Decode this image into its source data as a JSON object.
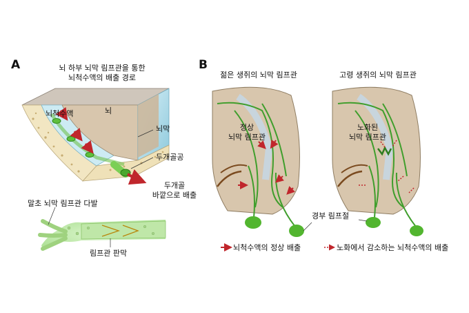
{
  "panel_a": {
    "letter": "A",
    "title_line1": "뇌 하부 뇌막 림프관을 통한",
    "title_line2": "뇌척수액의 배출 경로",
    "label_csf": "뇌척수액",
    "label_brain": "뇌",
    "label_meninges": "뇌막",
    "label_foramen": "두개골공",
    "label_outflow_line1": "두개골",
    "label_outflow_line2": "바깥으로 배출",
    "label_terminal": "말초 뇌막 림프관 다발",
    "label_valve": "림프관 판막"
  },
  "panel_b": {
    "letter": "B",
    "title_young": "젊은 생쥐의 뇌막 림프관",
    "title_old": "고령 생쥐의 뇌막 림프관",
    "label_normal_line1": "정상",
    "label_normal_line2": "뇌막 림프관",
    "label_aged_line1": "노화된",
    "label_aged_line2": "뇌막 림프관",
    "label_node": "경부 림프절",
    "legend_normal": "뇌척수액의 정상 배출",
    "legend_reduced": "노화에서 감소하는 뇌척수액의  배출"
  },
  "colors": {
    "vessel_green": "#3f9e2c",
    "node_green": "#52b52f",
    "arrow_red": "#c0262c",
    "brain_tan": "#d8c6ad",
    "dura_blue": "#a8d7e6",
    "skull": "#f2e6c2"
  }
}
